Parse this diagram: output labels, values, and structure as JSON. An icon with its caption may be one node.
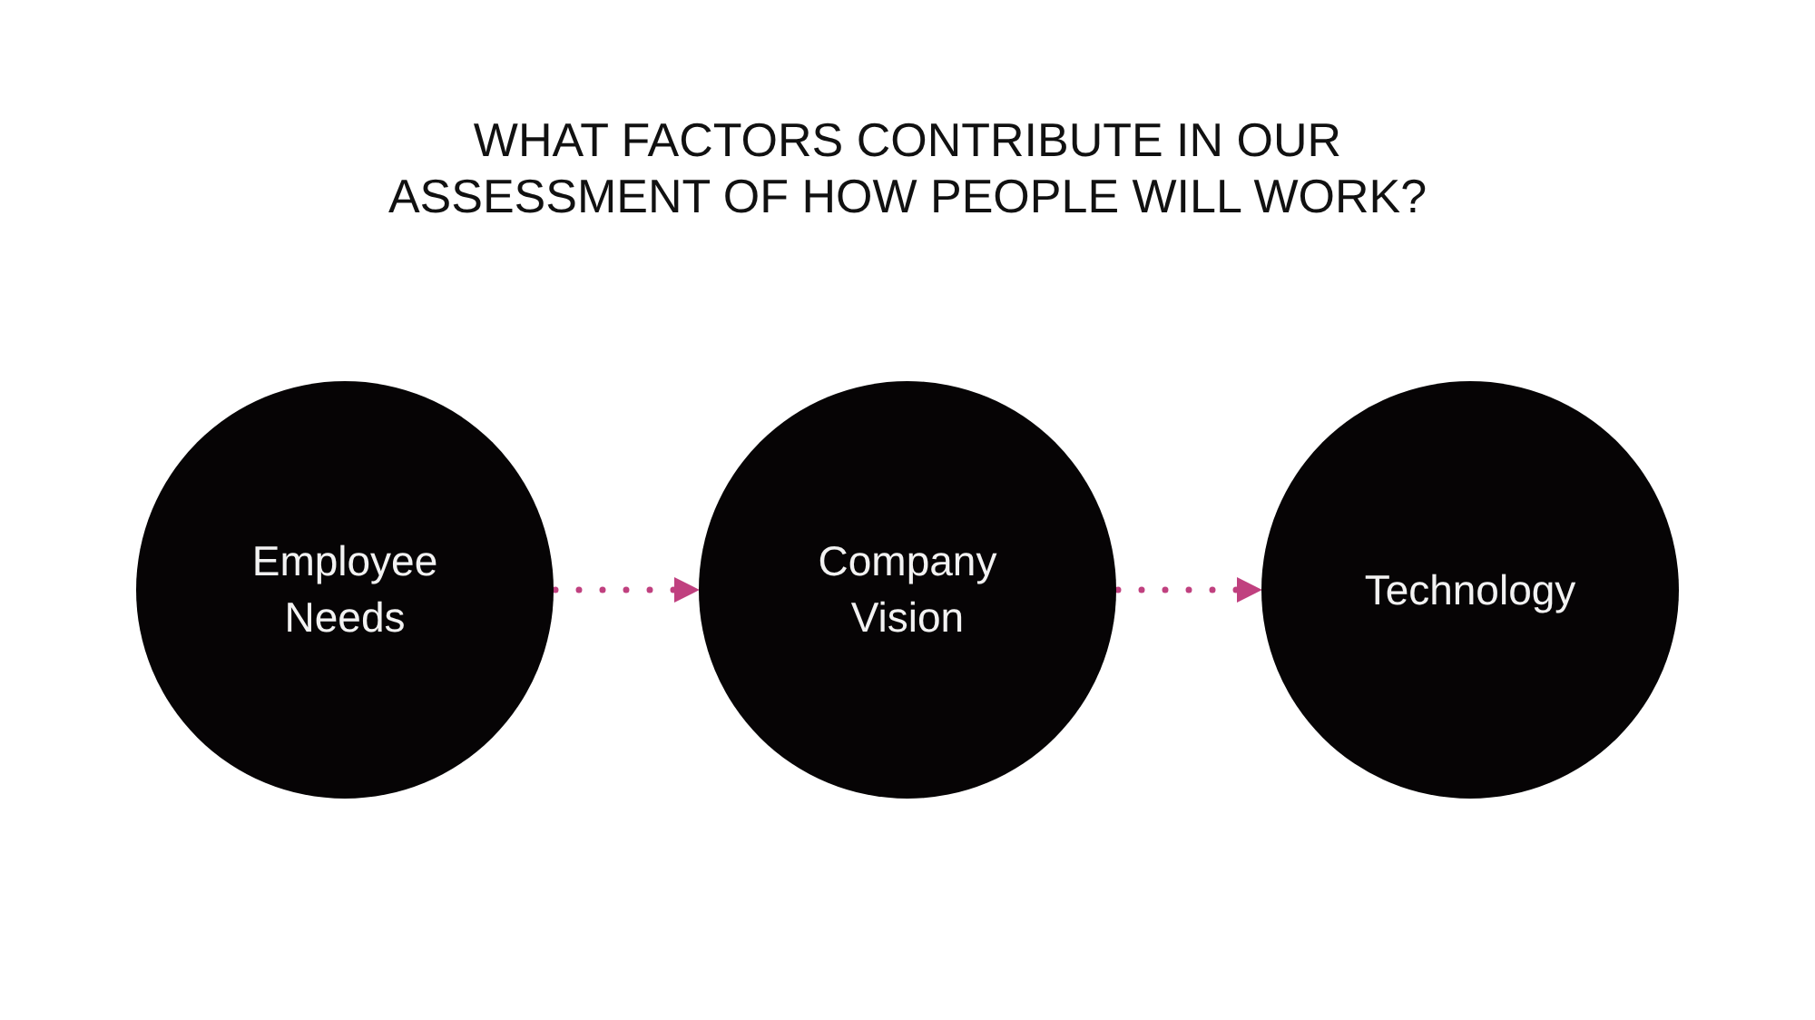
{
  "diagram": {
    "title": "WHAT FACTORS CONTRIBUTE IN OUR ASSESSMENT OF HOW PEOPLE WILL WORK?",
    "nodes": [
      {
        "text": [
          "Employee Needs"
        ]
      },
      {
        "text": [
          "Company Vision"
        ]
      },
      {
        "text": [
          "Technology"
        ]
      }
    ],
    "edges": [
      {
        "from": 0,
        "to": 1,
        "arrow": "to",
        "style": "dashed"
      },
      {
        "from": 1,
        "to": 2,
        "arrow": "to",
        "style": "dashed"
      }
    ]
  }
}
